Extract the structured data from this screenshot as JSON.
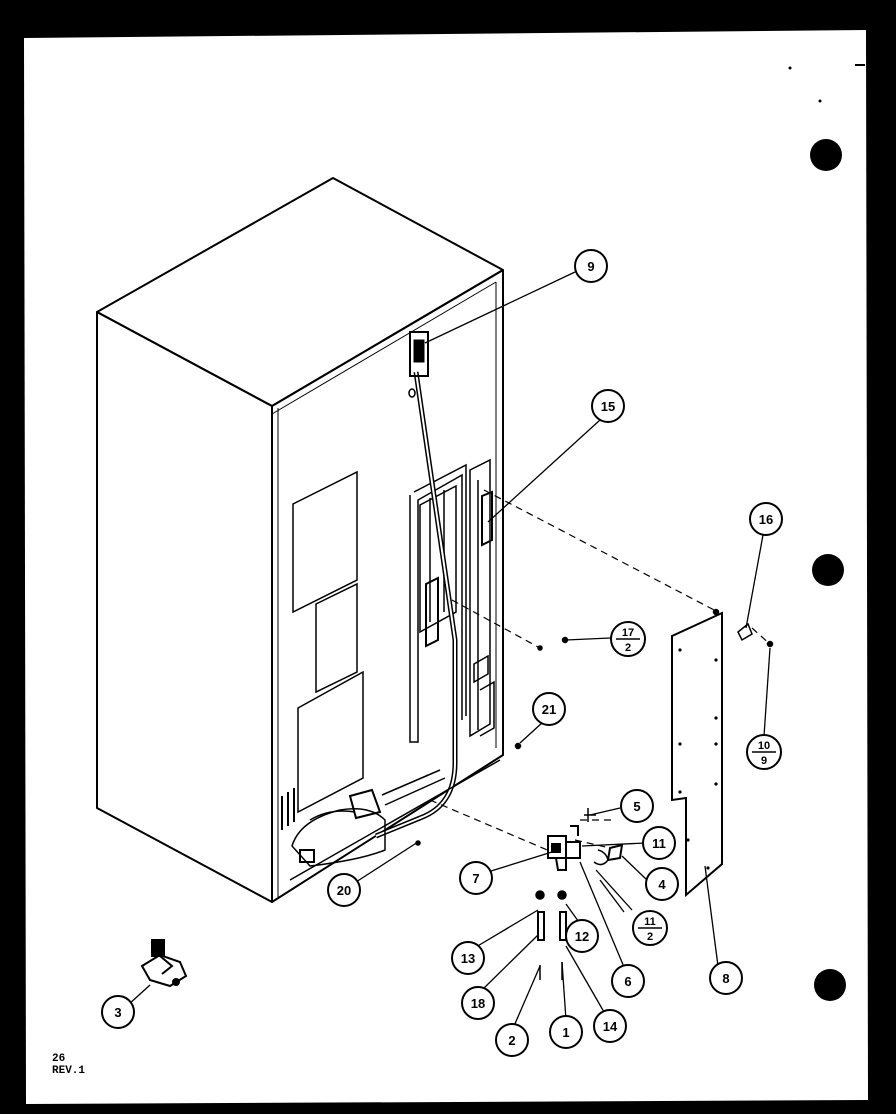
{
  "page": {
    "page_number": "26",
    "revision": "REV.1"
  },
  "callouts": {
    "c9": "9",
    "c15": "15",
    "c16": "16",
    "c17": {
      "top": "17",
      "bottom": "2"
    },
    "c10": {
      "top": "10",
      "bottom": "9"
    },
    "c21": "21",
    "c5": "5",
    "c11": "11",
    "c7": "7",
    "c4": "4",
    "c11b": {
      "top": "11",
      "bottom": "2"
    },
    "c20": "20",
    "c13": "13",
    "c12": "12",
    "c6": "6",
    "c8": "8",
    "c18": "18",
    "c2": "2",
    "c1": "1",
    "c14": "14",
    "c3": "3"
  }
}
